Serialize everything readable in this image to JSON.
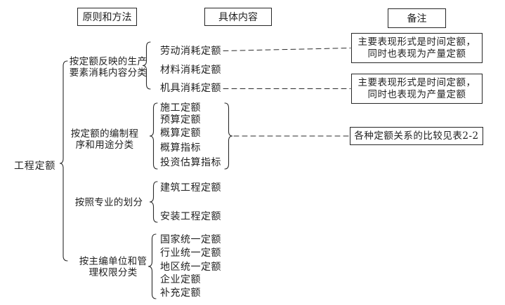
{
  "colors": {
    "background": "#ffffff",
    "ink": "#1f1f1f",
    "line": "#2b2b2b"
  },
  "root": {
    "label": "工程定额"
  },
  "headers": {
    "principles": "原则和方法",
    "content": "具体内容",
    "remarks": "备注"
  },
  "branches": [
    {
      "label_lines": [
        "按定额反映的生产",
        "要素消耗内容分类"
      ],
      "items": [
        "劳动消耗定额",
        "材料消耗定额",
        "机具消耗定额"
      ]
    },
    {
      "label_lines": [
        "按定额的编制程",
        "序和用途分类"
      ],
      "items": [
        "施工定额",
        "预算定额",
        "概算定额",
        "概算指标",
        "投资估算指标"
      ]
    },
    {
      "label_lines": [
        "按照专业的划分"
      ],
      "items": [
        "建筑工程定额",
        "安装工程定额"
      ]
    },
    {
      "label_lines": [
        "按主编单位和管",
        "理权限分类"
      ],
      "items": [
        "国家统一定额",
        "行业统一定额",
        "地区统一定额",
        "企业定额",
        "补充定额"
      ]
    }
  ],
  "notes": [
    {
      "lines": [
        "主要表现形式是时间定额，",
        "同时也表现为产量定额"
      ]
    },
    {
      "lines": [
        "主要表现形式是时间定额，",
        "同时也表现为产量定额"
      ]
    },
    {
      "lines": [
        "各种定额关系的比较见表2-2"
      ]
    }
  ]
}
